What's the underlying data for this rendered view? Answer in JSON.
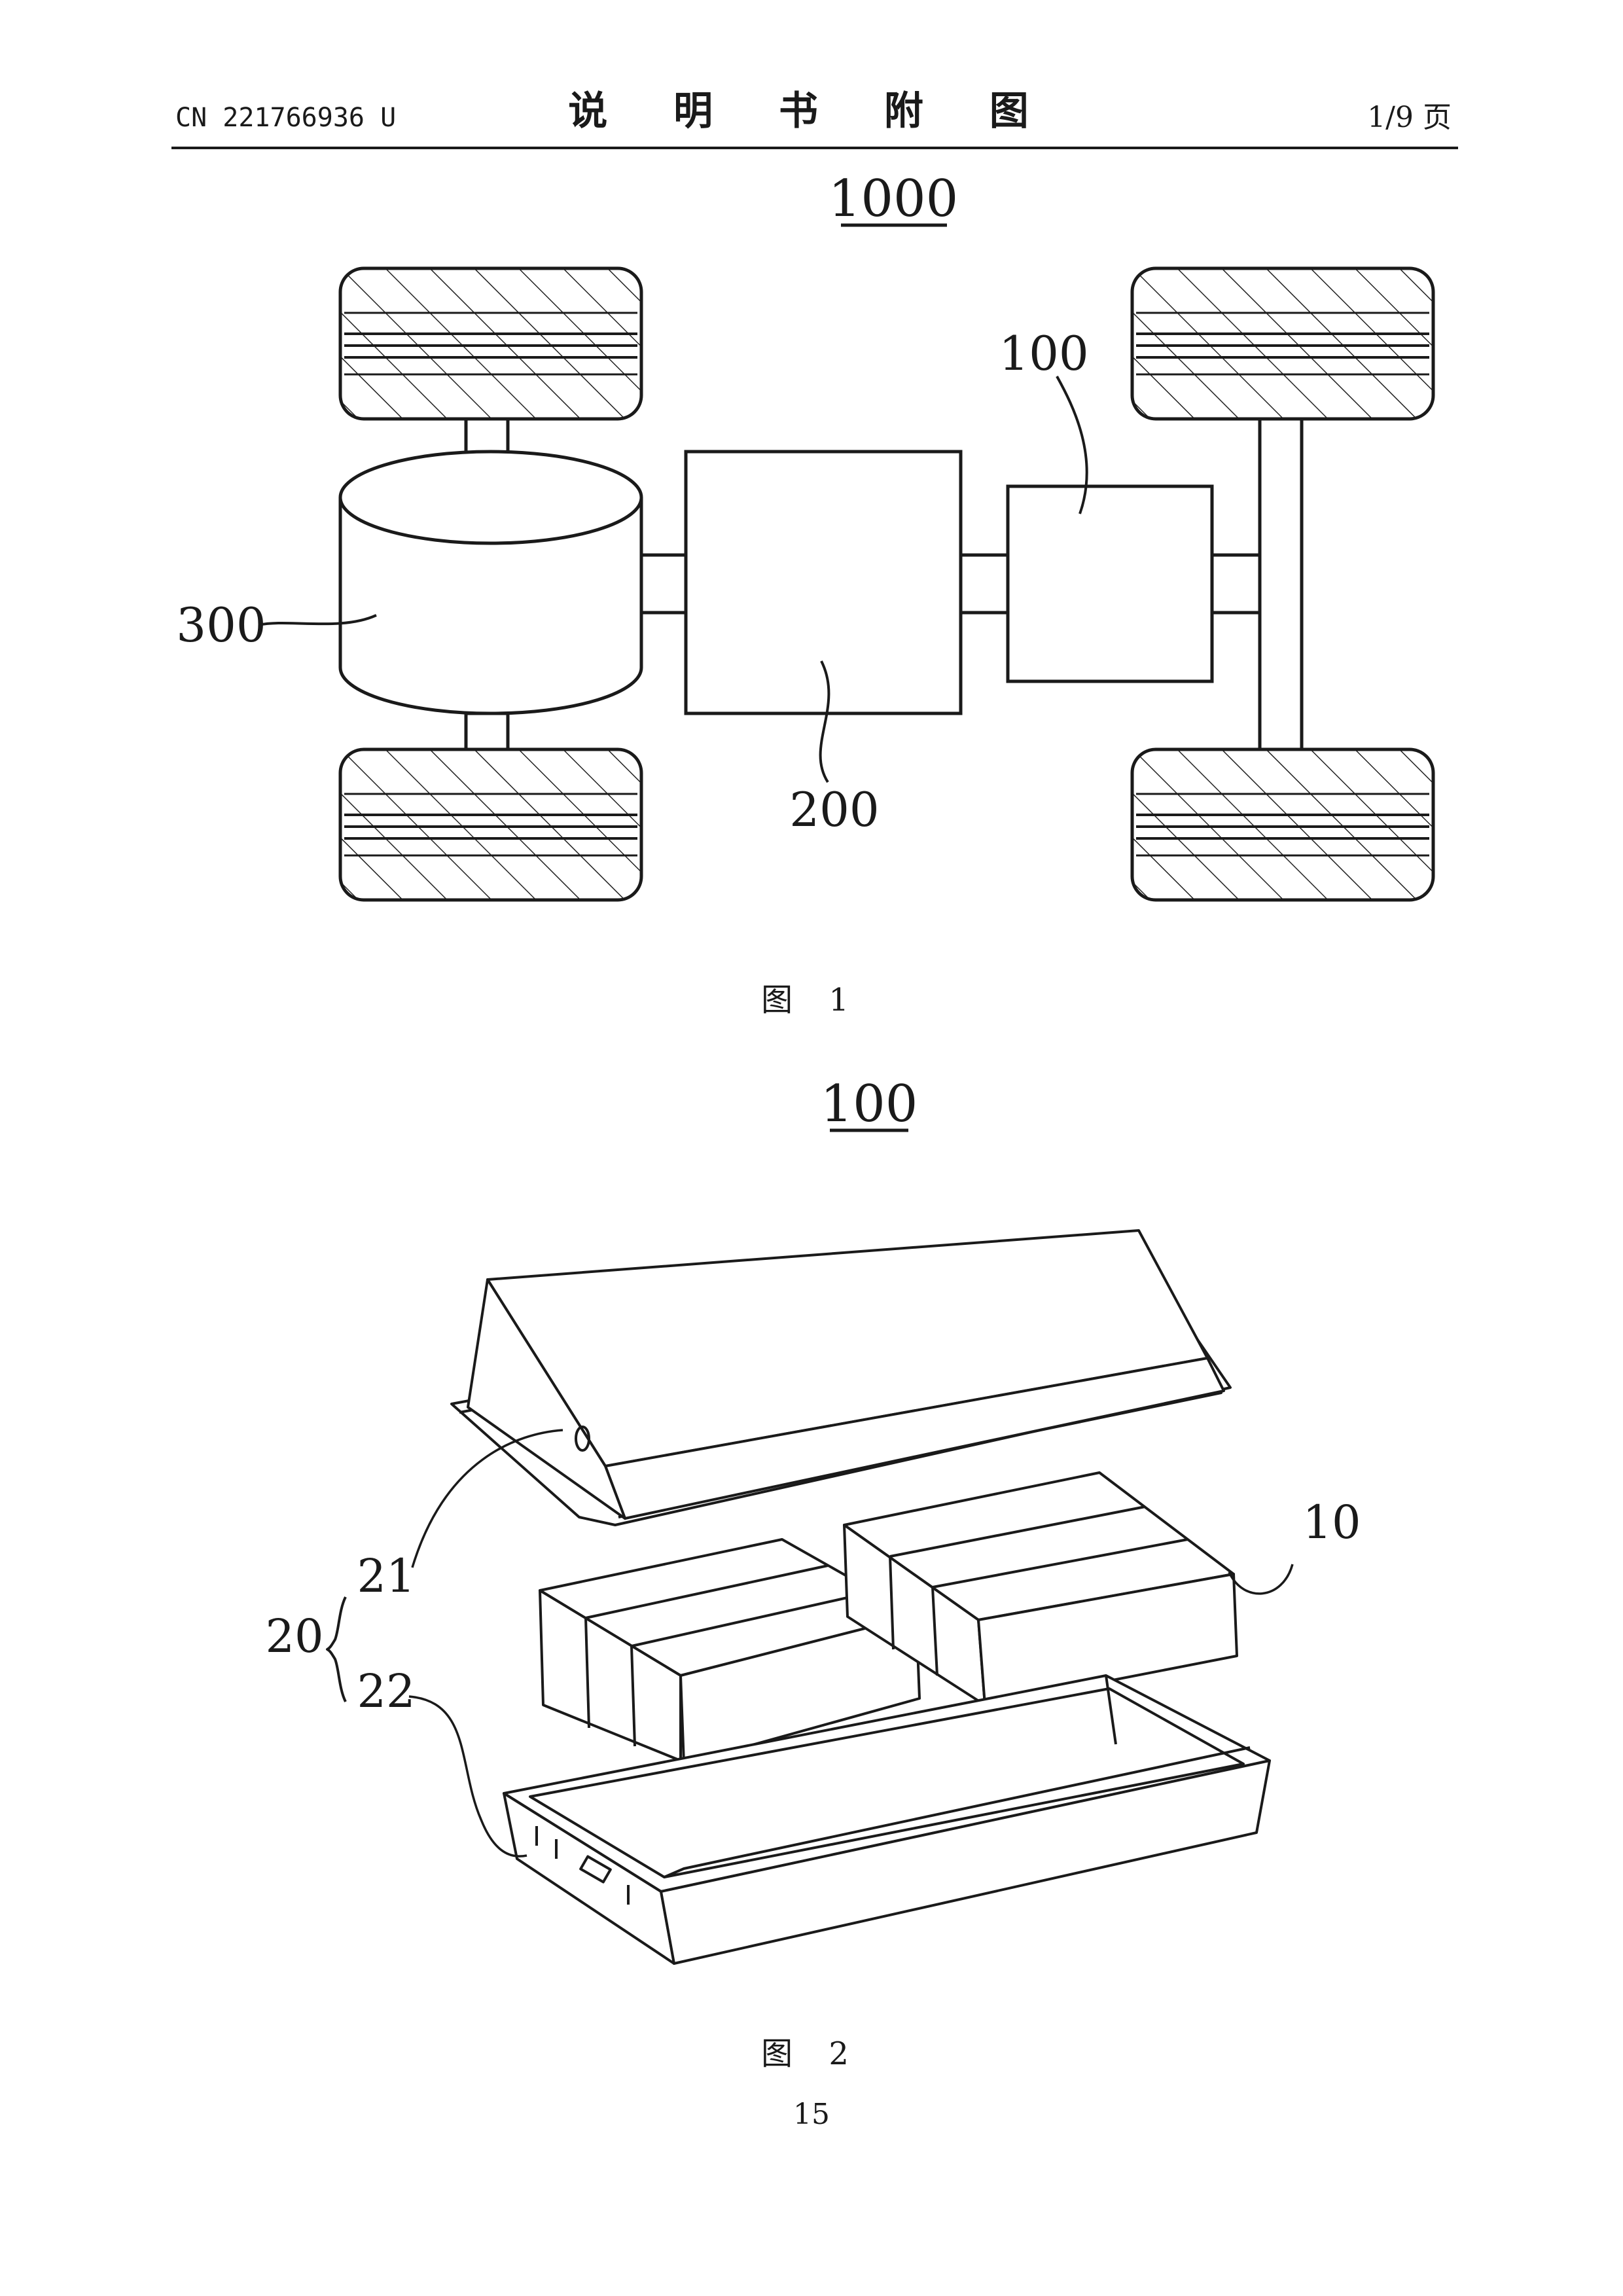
{
  "header": {
    "doc_number": "CN 221766936 U",
    "title": "说 明 书 附 图",
    "page_of": "1/9 页"
  },
  "figure1": {
    "main_ref": "1000",
    "caption": "图 1",
    "labels": {
      "battery": "100",
      "controller": "200",
      "motor": "300"
    }
  },
  "figure2": {
    "main_ref": "100",
    "caption": "图 2",
    "labels": {
      "upper_cover": "21",
      "lower_box": "22",
      "box_group": "20",
      "cells": "10"
    }
  },
  "footer": {
    "page_number": "15"
  }
}
